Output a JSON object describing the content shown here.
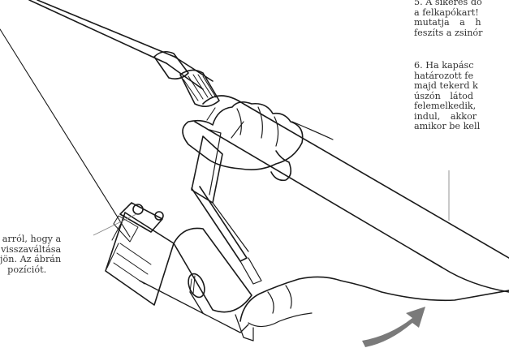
{
  "captions": {
    "step5": [
      "5. A sikeres do",
      "a felkapókart!",
      "mutatja a h",
      "feszíts a zsinór"
    ],
    "step6": [
      "6. Ha kapásc",
      "határozott fe",
      "majd tekerd k",
      "úszón látod",
      "felemelkedik,",
      "indul, akkor",
      "amikor be kell"
    ],
    "left_note": [
      "g arról, hogy a",
      "visszaváltása",
      "ljön. Az ábrán",
      "pozíciót."
    ]
  },
  "colors": {
    "line_art": "#1a1a1a",
    "arrow": "#7a7a7a",
    "caption_text": "#333333",
    "leader_line": "#888888"
  },
  "icons": {
    "arrow": "curved-arrow-icon"
  }
}
